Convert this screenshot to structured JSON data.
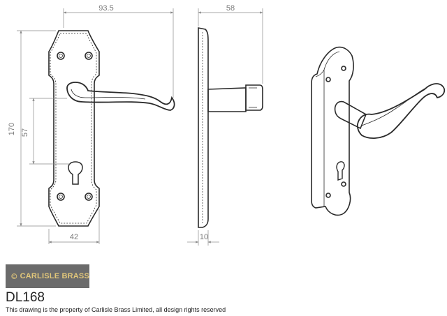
{
  "dimensions": {
    "width_front": "93.5",
    "width_side": "58",
    "height_total": "170",
    "height_centres": "57",
    "width_plate": "42",
    "depth_plate": "10"
  },
  "brand": {
    "name": "CARLISLE BRASS",
    "logo_icon": "carlisle-c-logo-icon",
    "background_color": "#6b6b6b",
    "text_color": "#e2c77a"
  },
  "product": {
    "code": "DL168",
    "notice": "This drawing is the property of Carlisle Brass Limited, all design rights reserved"
  },
  "colors": {
    "line": "#2a2a2a",
    "dimension": "#8a8a8a"
  }
}
